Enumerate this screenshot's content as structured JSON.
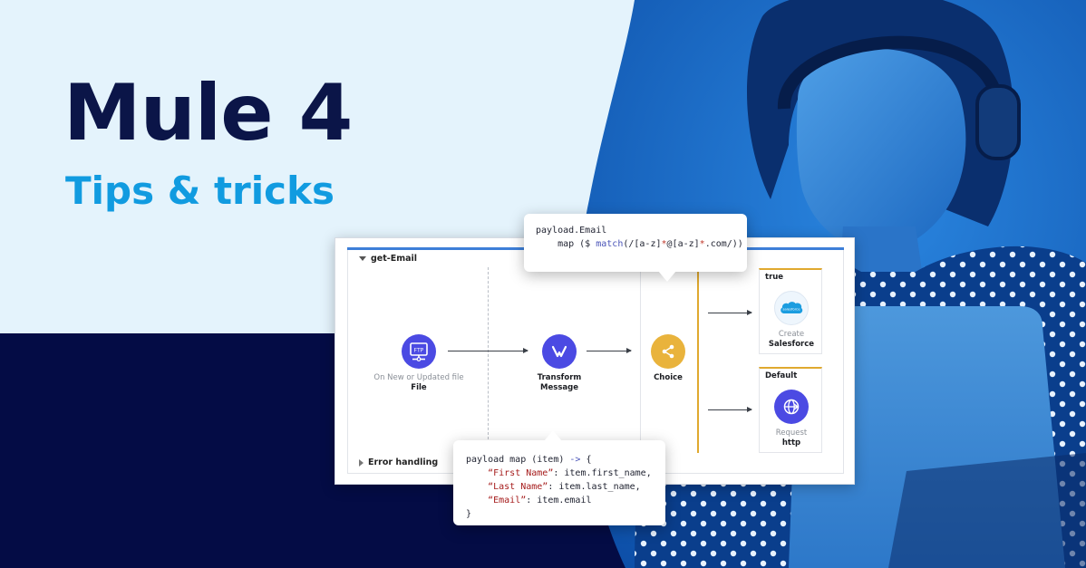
{
  "headline": {
    "title": "Mule 4",
    "subtitle": "Tips & tricks"
  },
  "colors": {
    "navy": "#0b1548",
    "accent_blue": "#119be0",
    "bg_light": "#e4f3fc",
    "bg_dark": "#040c45",
    "photo_blue": "#1360bd"
  },
  "flow": {
    "name": "get-Email",
    "error_handling": "Error handling",
    "nodes": [
      {
        "icon": "ftp-icon",
        "sub": "On New or Updated file",
        "name": "File",
        "badge": "FTP"
      },
      {
        "icon": "transform-icon",
        "sub": "",
        "name": "Transform Message",
        "name_line1": "Transform",
        "name_line2": "Message"
      },
      {
        "icon": "choice-icon",
        "sub": "",
        "name": "Choice"
      }
    ],
    "routes": [
      {
        "label": "true",
        "icon": "salesforce-icon",
        "sub": "Create",
        "name": "Salesforce",
        "logo_text": "salesforce"
      },
      {
        "label": "Default",
        "icon": "globe-icon",
        "sub": "Request",
        "name": "http"
      }
    ]
  },
  "code_top": {
    "line1": "payload.Email",
    "line2_prefix": "    map ($ ",
    "line2_fn": "match",
    "line2_paren": "(/[a-z]",
    "line2_star1": "*",
    "line2_mid": "@[a-z]",
    "line2_star2": "*",
    "line2_suffix": ".com/))"
  },
  "code_bottom": {
    "line1_prefix": "payload map (item) ",
    "line1_arrow": "->",
    "line1_suffix": " {",
    "fields": [
      {
        "key": "“First Name”",
        "value": ": item.first_name,"
      },
      {
        "key": "“Last Name”",
        "value": ": item.last_name,"
      },
      {
        "key": "“Email”",
        "value": ": item.email"
      }
    ],
    "closing": "}"
  }
}
